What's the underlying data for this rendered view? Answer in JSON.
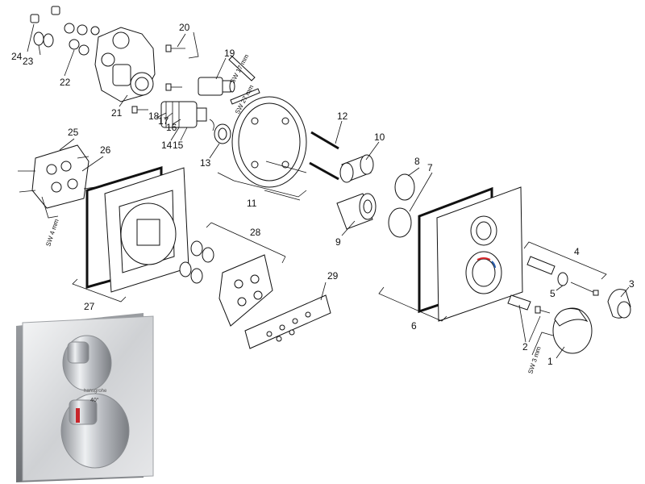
{
  "parts": [
    {
      "id": "p1",
      "label": "1"
    },
    {
      "id": "p2",
      "label": "2"
    },
    {
      "id": "p3",
      "label": "3"
    },
    {
      "id": "p4",
      "label": "4"
    },
    {
      "id": "p5",
      "label": "5"
    },
    {
      "id": "p6",
      "label": "6"
    },
    {
      "id": "p7",
      "label": "7"
    },
    {
      "id": "p8",
      "label": "8"
    },
    {
      "id": "p9",
      "label": "9"
    },
    {
      "id": "p10",
      "label": "10"
    },
    {
      "id": "p11",
      "label": "11"
    },
    {
      "id": "p12",
      "label": "12"
    },
    {
      "id": "p13",
      "label": "13"
    },
    {
      "id": "p14",
      "label": "14"
    },
    {
      "id": "p15",
      "label": "15"
    },
    {
      "id": "p16",
      "label": "16"
    },
    {
      "id": "p17",
      "label": "17"
    },
    {
      "id": "p18",
      "label": "18"
    },
    {
      "id": "p19",
      "label": "19"
    },
    {
      "id": "p20",
      "label": "20"
    },
    {
      "id": "p21",
      "label": "21"
    },
    {
      "id": "p22",
      "label": "22"
    },
    {
      "id": "p23",
      "label": "23"
    },
    {
      "id": "p24",
      "label": "24"
    },
    {
      "id": "p25",
      "label": "25"
    },
    {
      "id": "p26",
      "label": "26"
    },
    {
      "id": "p27",
      "label": "27"
    },
    {
      "id": "p28",
      "label": "28"
    },
    {
      "id": "p29",
      "label": "29"
    }
  ],
  "tools": {
    "sw17": "SW 17 mm",
    "sw27": "SW 27 mm",
    "sw4": "SW 4 mm",
    "sw3": "SW 3 mm"
  },
  "product_photo": {
    "brand": "hansgrohe",
    "temperature": "40°",
    "chrome_color": "#c8cacd"
  }
}
